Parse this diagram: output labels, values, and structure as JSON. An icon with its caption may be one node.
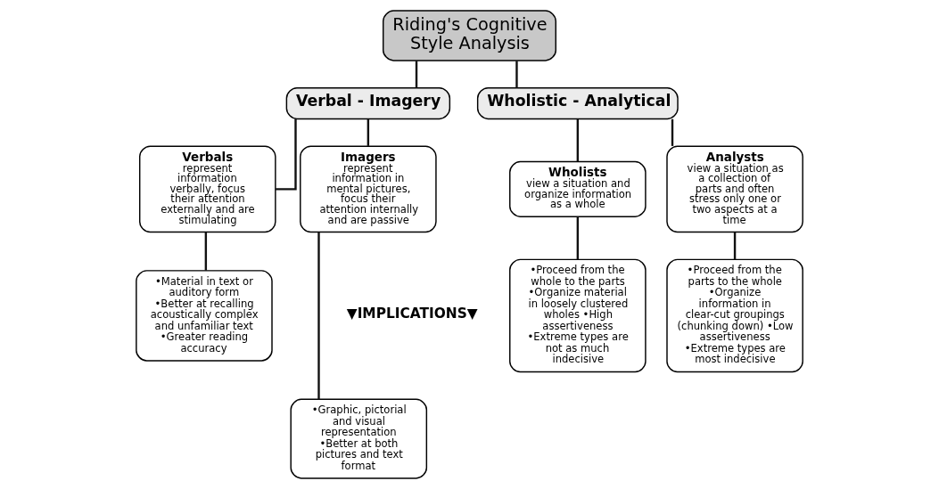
{
  "diagram": {
    "nodes": [
      {
        "text": [
          "Riding's Cognitive Style Analysis"
        ]
      },
      {
        "text": [
          "Verbal - Imagery"
        ]
      },
      {
        "text": [
          "Wholistic - Analytical"
        ]
      },
      {
        "text": [
          "Verbals",
          "represent information verbally, focus their attention externally and are stimulating"
        ]
      },
      {
        "text": [
          "Imagers",
          "represent information in mental pictures, focus their attention internally and are passive"
        ]
      },
      {
        "text": [
          "Wholists",
          "view a situation and organize information as a whole"
        ]
      },
      {
        "text": [
          "Analysts",
          "view a situation as a collection of parts and often stress only one or two aspects at a time"
        ]
      },
      {
        "text": [
          "•Material in text or auditory form •Better at recalling acoustically complex and unfamiliar text •Greater reading accuracy"
        ]
      },
      {
        "text": [
          "•Graphic, pictorial and visual representation •Better at both pictures and text format"
        ]
      },
      {
        "text": [
          "•Proceed from the whole to the parts •Organize material in loosely clustered wholes •High assertiveness •Extreme types are not as much indecisive"
        ]
      },
      {
        "text": [
          "•Proceed from the parts to the whole •Organize information in clear-cut groupings (chunking down) •Low assertiveness •Extreme types are most indecisive"
        ]
      }
    ],
    "edges": [
      {
        "from": 0,
        "to": 1,
        "arrow": "none"
      },
      {
        "from": 0,
        "to": 2,
        "arrow": "none"
      },
      {
        "from": 1,
        "to": 3,
        "arrow": "none"
      },
      {
        "from": 1,
        "to": 4,
        "arrow": "none"
      },
      {
        "from": 2,
        "to": 5,
        "arrow": "none"
      },
      {
        "from": 2,
        "to": 6,
        "arrow": "none"
      },
      {
        "from": 3,
        "to": 7,
        "arrow": "none"
      },
      {
        "from": 4,
        "to": 8,
        "arrow": "none"
      },
      {
        "from": 5,
        "to": 9,
        "arrow": "none"
      },
      {
        "from": 6,
        "to": 10,
        "arrow": "none"
      }
    ],
    "labels": [
      "▼IMPLICATIONS▼"
    ]
  }
}
